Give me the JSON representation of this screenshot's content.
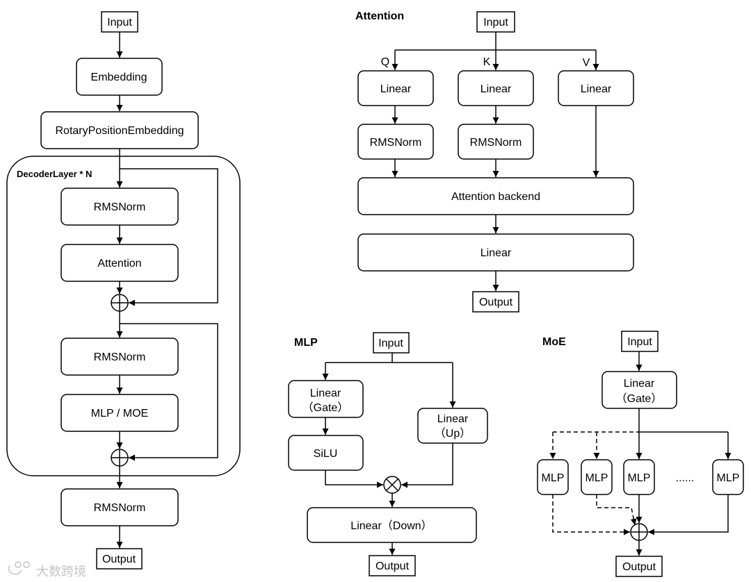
{
  "decoder": {
    "input": "Input",
    "embedding": "Embedding",
    "rope": "RotaryPositionEmbedding",
    "layer_label": "DecoderLayer * N",
    "norm1": "RMSNorm",
    "attention": "Attention",
    "norm2": "RMSNorm",
    "mlp_moe": "MLP / MOE",
    "final_norm": "RMSNorm",
    "output": "Output"
  },
  "attention": {
    "title": "Attention",
    "input": "Input",
    "q": "Q",
    "k": "K",
    "v": "V",
    "linear_q": "Linear",
    "linear_k": "Linear",
    "linear_v": "Linear",
    "norm_q": "RMSNorm",
    "norm_k": "RMSNorm",
    "backend": "Attention backend",
    "linear_out": "Linear",
    "output": "Output"
  },
  "mlp": {
    "title": "MLP",
    "input": "Input",
    "gate_line1": "Linear",
    "gate_line2": "（Gate）",
    "up_line1": "Linear",
    "up_line2": "（Up）",
    "silu": "SiLU",
    "down": "Linear（Down）",
    "output": "Output"
  },
  "moe": {
    "title": "MoE",
    "input": "Input",
    "gate_line1": "Linear",
    "gate_line2": "（Gate）",
    "experts": [
      "MLP",
      "MLP",
      "MLP",
      "MLP"
    ],
    "ellipsis": "......",
    "output": "Output"
  },
  "watermark": "大数跨境"
}
